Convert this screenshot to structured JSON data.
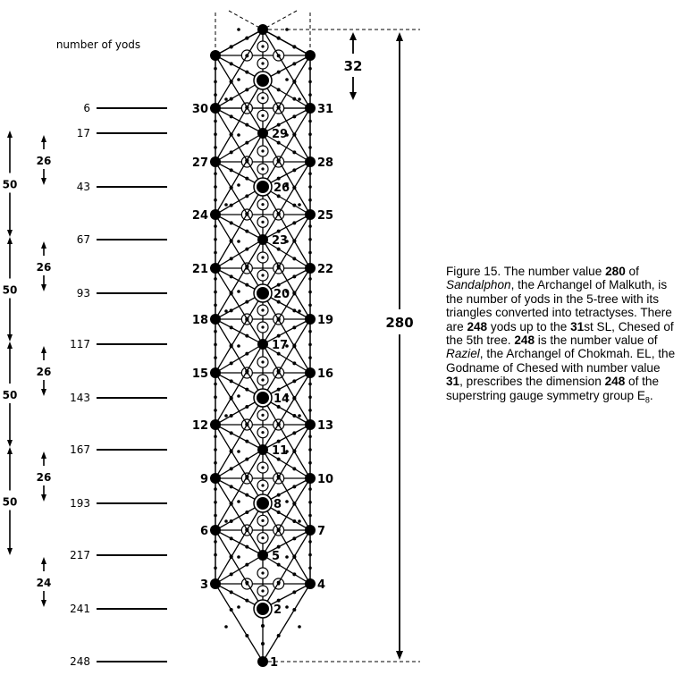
{
  "yods_header": "number of yods",
  "yod_rows": [
    {
      "value": "6",
      "node": "30"
    },
    {
      "value": "17",
      "node": "29"
    },
    {
      "value": "43",
      "node": "26"
    },
    {
      "value": "67",
      "node": "23"
    },
    {
      "value": "93",
      "node": "20"
    },
    {
      "value": "117",
      "node": "17"
    },
    {
      "value": "143",
      "node": "14"
    },
    {
      "value": "167",
      "node": "11"
    },
    {
      "value": "193",
      "node": "8"
    },
    {
      "value": "217",
      "node": "5"
    },
    {
      "value": "241",
      "node": "2"
    },
    {
      "value": "248",
      "node": "1"
    }
  ],
  "inner_spans": [
    {
      "label": "26",
      "from": "17",
      "to": "43"
    },
    {
      "label": "26",
      "from": "67",
      "to": "93"
    },
    {
      "label": "26",
      "from": "117",
      "to": "143"
    },
    {
      "label": "26",
      "from": "167",
      "to": "193"
    },
    {
      "label": "24",
      "from": "217",
      "to": "241"
    }
  ],
  "outer_spans": [
    {
      "label": "50",
      "from": "17",
      "to": "67"
    },
    {
      "label": "50",
      "from": "67",
      "to": "117"
    },
    {
      "label": "50",
      "from": "117",
      "to": "167"
    },
    {
      "label": "50",
      "from": "167",
      "to": "217"
    }
  ],
  "right_spans": [
    {
      "label": "32"
    },
    {
      "label": "280"
    }
  ],
  "node_labels": [
    "1",
    "2",
    "3",
    "4",
    "5",
    "6",
    "7",
    "8",
    "9",
    "10",
    "11",
    "12",
    "13",
    "14",
    "15",
    "16",
    "17",
    "18",
    "19",
    "20",
    "21",
    "22",
    "23",
    "24",
    "25",
    "26",
    "27",
    "28",
    "29",
    "30",
    "31"
  ],
  "caption": {
    "parts": [
      {
        "t": "Figure 15. The number value ",
        "s": ""
      },
      {
        "t": "280",
        "s": "b"
      },
      {
        "t": " of ",
        "s": ""
      },
      {
        "t": "Sandalphon",
        "s": "i"
      },
      {
        "t": ", the Archangel of Malkuth, is the number of yods in the 5-tree with its triangles converted into tetractyses. There are ",
        "s": ""
      },
      {
        "t": "248",
        "s": "b"
      },
      {
        "t": " yods up to the ",
        "s": ""
      },
      {
        "t": "31",
        "s": "b"
      },
      {
        "t": "st SL, Chesed of the 5th tree. ",
        "s": ""
      },
      {
        "t": "248",
        "s": "b"
      },
      {
        "t": " is the number value of ",
        "s": ""
      },
      {
        "t": "Raziel",
        "s": "i"
      },
      {
        "t": ", the Archangel of Chokmah. EL, the Godname of Chesed with number value ",
        "s": ""
      },
      {
        "t": "31",
        "s": "b"
      },
      {
        "t": ", prescribes the dimension ",
        "s": ""
      },
      {
        "t": "248",
        "s": "b"
      },
      {
        "t": " of the superstring gauge symmetry group E",
        "s": ""
      },
      {
        "t": "8",
        "s": "sub"
      },
      {
        "t": ".",
        "s": ""
      }
    ]
  }
}
